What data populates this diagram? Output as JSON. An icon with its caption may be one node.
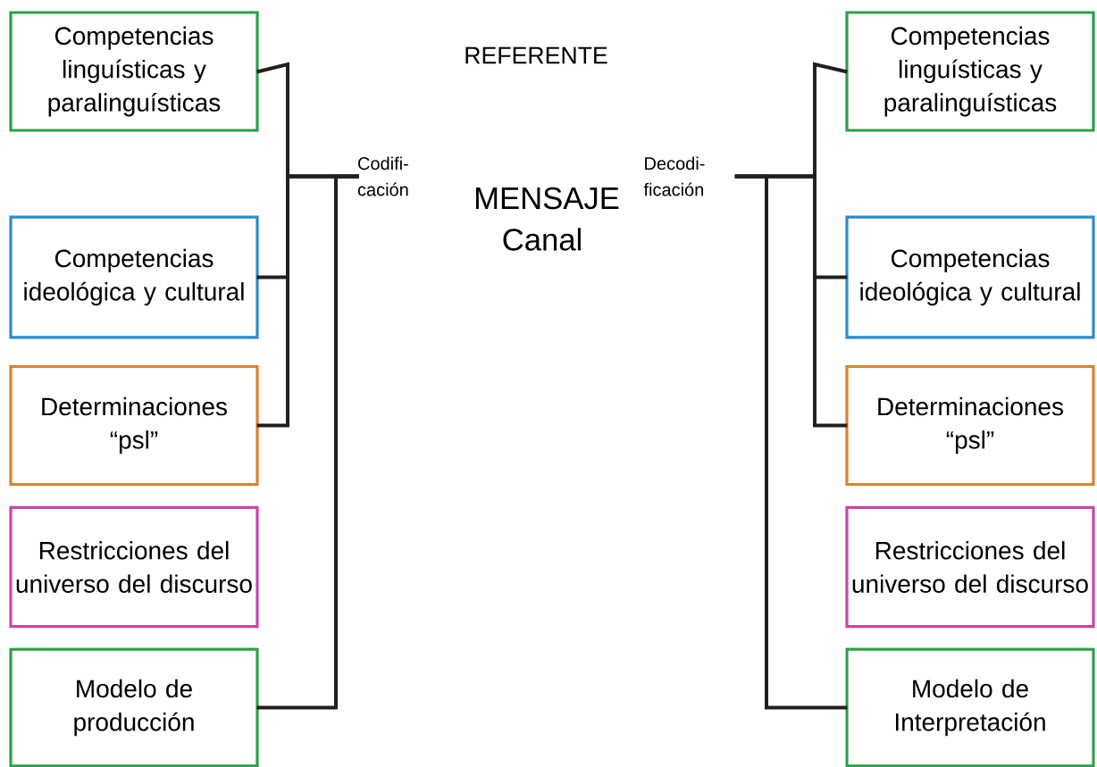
{
  "diagram": {
    "nodes": [
      {
        "text": [
          "Competencias linguísticas y paralinguísticas"
        ]
      },
      {
        "text": [
          "Competencias ideológica y cultural"
        ]
      },
      {
        "text": [
          "Determinaciones “psl”"
        ]
      },
      {
        "text": [
          "Restricciones del universo del discurso"
        ]
      },
      {
        "text": [
          "Modelo de producción"
        ]
      },
      {
        "text": [
          "Codifi- cación"
        ]
      },
      {
        "text": [
          "Decodi- ficación"
        ]
      },
      {
        "text": [
          "Competencias linguísticas y paralinguísticas"
        ]
      },
      {
        "text": [
          "Competencias ideológica y cultural"
        ]
      },
      {
        "text": [
          "Determinaciones “psl”"
        ]
      },
      {
        "text": [
          "Restricciones del universo del discurso"
        ]
      },
      {
        "text": [
          "Modelo de Interpretación"
        ]
      }
    ],
    "edges": [
      {
        "from": 0,
        "to": 5,
        "arrow": "none"
      },
      {
        "from": 1,
        "to": 5,
        "arrow": "none"
      },
      {
        "from": 2,
        "to": 5,
        "arrow": "none"
      },
      {
        "from": 4,
        "to": 5,
        "arrow": "none"
      },
      {
        "from": 6,
        "to": 7,
        "arrow": "none"
      },
      {
        "from": 6,
        "to": 8,
        "arrow": "none"
      },
      {
        "from": 6,
        "to": 9,
        "arrow": "none"
      },
      {
        "from": 6,
        "to": 11,
        "arrow": "none"
      }
    ],
    "labels": [
      "REFERENTE",
      "MENSAJE",
      "Canal"
    ]
  }
}
